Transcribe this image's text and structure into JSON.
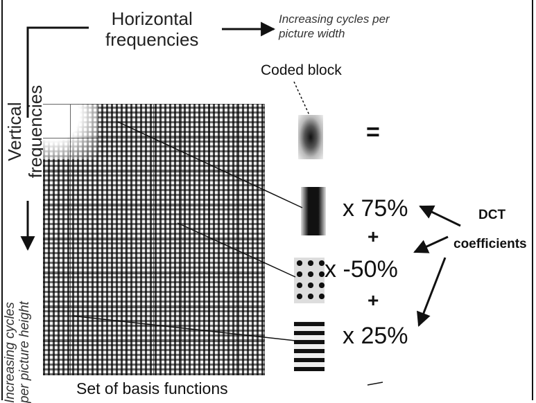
{
  "horizontal_axis": {
    "title_line1": "Horizontal",
    "title_line2": "frequencies",
    "note_line1": "Increasing cycles per",
    "note_line2": "picture width"
  },
  "vertical_axis": {
    "title_line1": "Vertical",
    "title_line2": "frequencies",
    "note_line1": "Increasing cycles",
    "note_line2": "per picture height"
  },
  "coded_block_label": "Coded block",
  "equals_sign": "=",
  "coefficients": [
    {
      "text": "x 75%"
    },
    {
      "text": "x -50%"
    },
    {
      "text": "x 25%"
    }
  ],
  "plus_sign": "+",
  "dct_label": {
    "line1": "DCT",
    "line2": "coefficients"
  },
  "basis_label": "Set of basis functions"
}
